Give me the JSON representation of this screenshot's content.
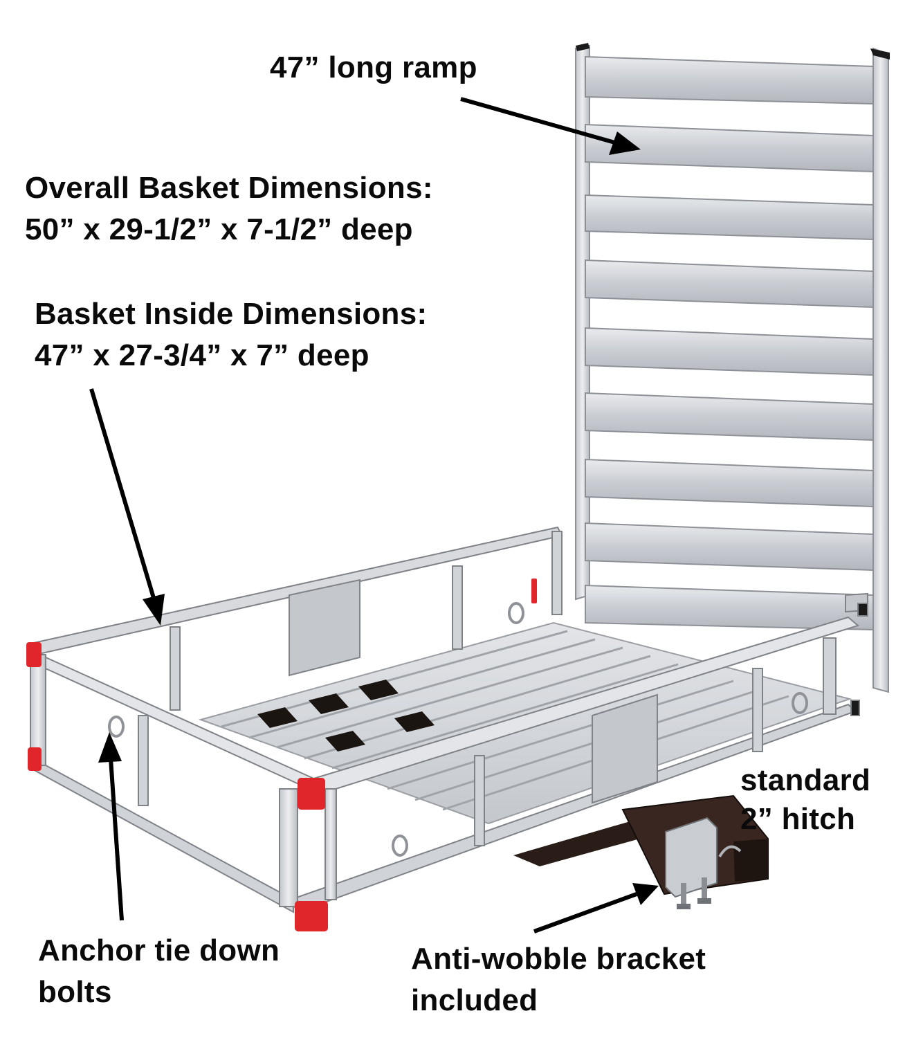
{
  "callouts": {
    "ramp": {
      "line1": "47” long ramp"
    },
    "overall": {
      "line1": "Overall Basket Dimensions:",
      "line2": "50” x 29-1/2” x 7-1/2” deep"
    },
    "inside": {
      "line1": "Basket Inside Dimensions:",
      "line2": "47” x 27-3/4” x 7” deep"
    },
    "hitch": {
      "line1": "standard",
      "line2": "2” hitch"
    },
    "anchor": {
      "line1": "Anchor tie down",
      "line2": "bolts"
    },
    "antiwobble": {
      "line1": "Anti-wobble bracket",
      "line2": "included"
    }
  },
  "colors": {
    "aluminum": "#d9dbde",
    "aluminum_dark": "#a9adb3",
    "end_caps": "#e0262b",
    "hitch": "#2a1d18",
    "text": "#0a0a0a"
  }
}
